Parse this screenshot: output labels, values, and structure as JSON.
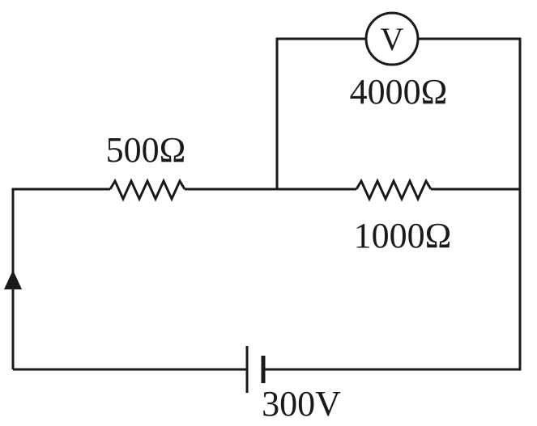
{
  "diagram": {
    "type": "circuit",
    "resistor_series": {
      "label": "500Ω"
    },
    "resistor_parallel": {
      "label": "1000Ω"
    },
    "voltmeter": {
      "symbol": "V",
      "label": "4000Ω"
    },
    "battery": {
      "label": "300V"
    },
    "current_arrow": {
      "direction": "up"
    }
  }
}
